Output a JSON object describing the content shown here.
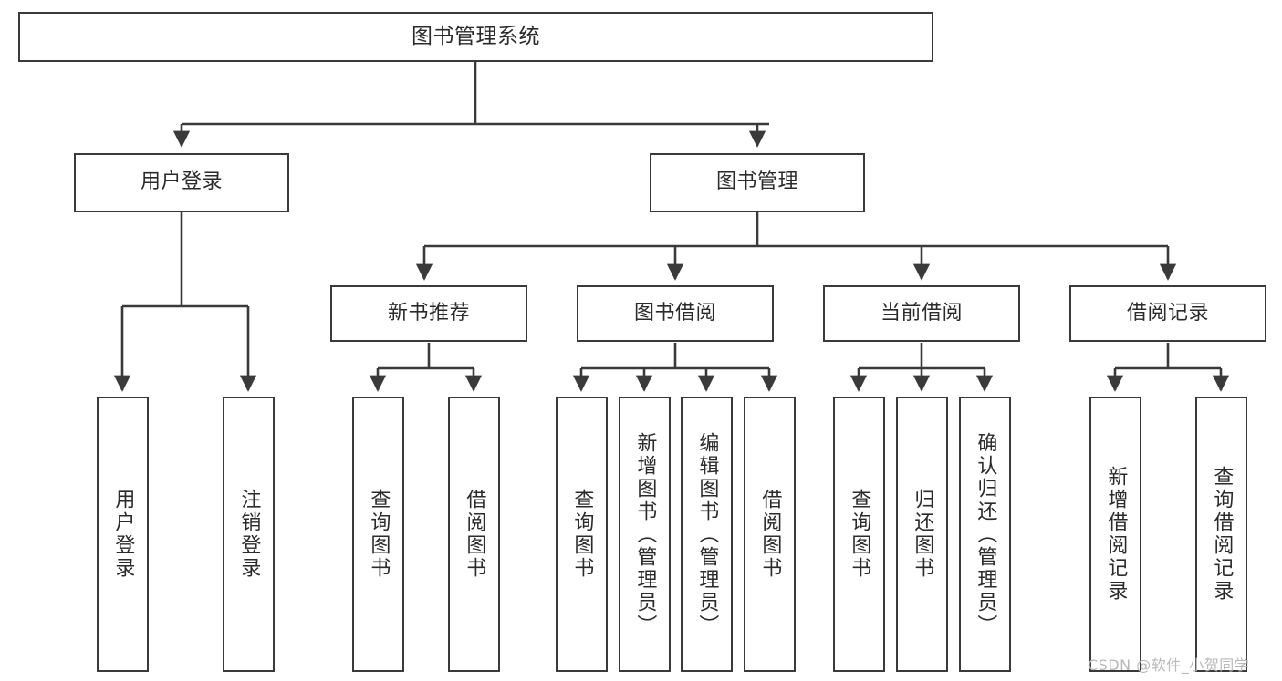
{
  "diagram": {
    "type": "tree-hierarchy-chart",
    "title": "图书管理系统",
    "line_color": "#3a3a3a",
    "box_fill": "#ffffff",
    "text_color": "#2b2b2b",
    "root": {
      "label": "图书管理系统"
    },
    "level2": [
      {
        "label": "用户登录"
      },
      {
        "label": "图书管理"
      }
    ],
    "level3": [
      {
        "label": "新书推荐"
      },
      {
        "label": "图书借阅"
      },
      {
        "label": "当前借阅"
      },
      {
        "label": "借阅记录"
      }
    ],
    "leaves": {
      "user_login": [
        {
          "label": "用户登录"
        },
        {
          "label": "注销登录"
        }
      ],
      "new_book_recommend": [
        {
          "label": "查询图书"
        },
        {
          "label": "借阅图书"
        }
      ],
      "book_borrow": [
        {
          "label": "查询图书"
        },
        {
          "label": "新增图书（管理员）"
        },
        {
          "label": "编辑图书（管理员）"
        },
        {
          "label": "借阅图书"
        }
      ],
      "current_borrow": [
        {
          "label": "查询图书"
        },
        {
          "label": "归还图书"
        },
        {
          "label": "确认归还（管理员）"
        }
      ],
      "borrow_record": [
        {
          "label": "新增借阅记录"
        },
        {
          "label": "查询借阅记录"
        }
      ]
    }
  },
  "watermark": {
    "text": "CSDN @软件_小贺同学"
  }
}
